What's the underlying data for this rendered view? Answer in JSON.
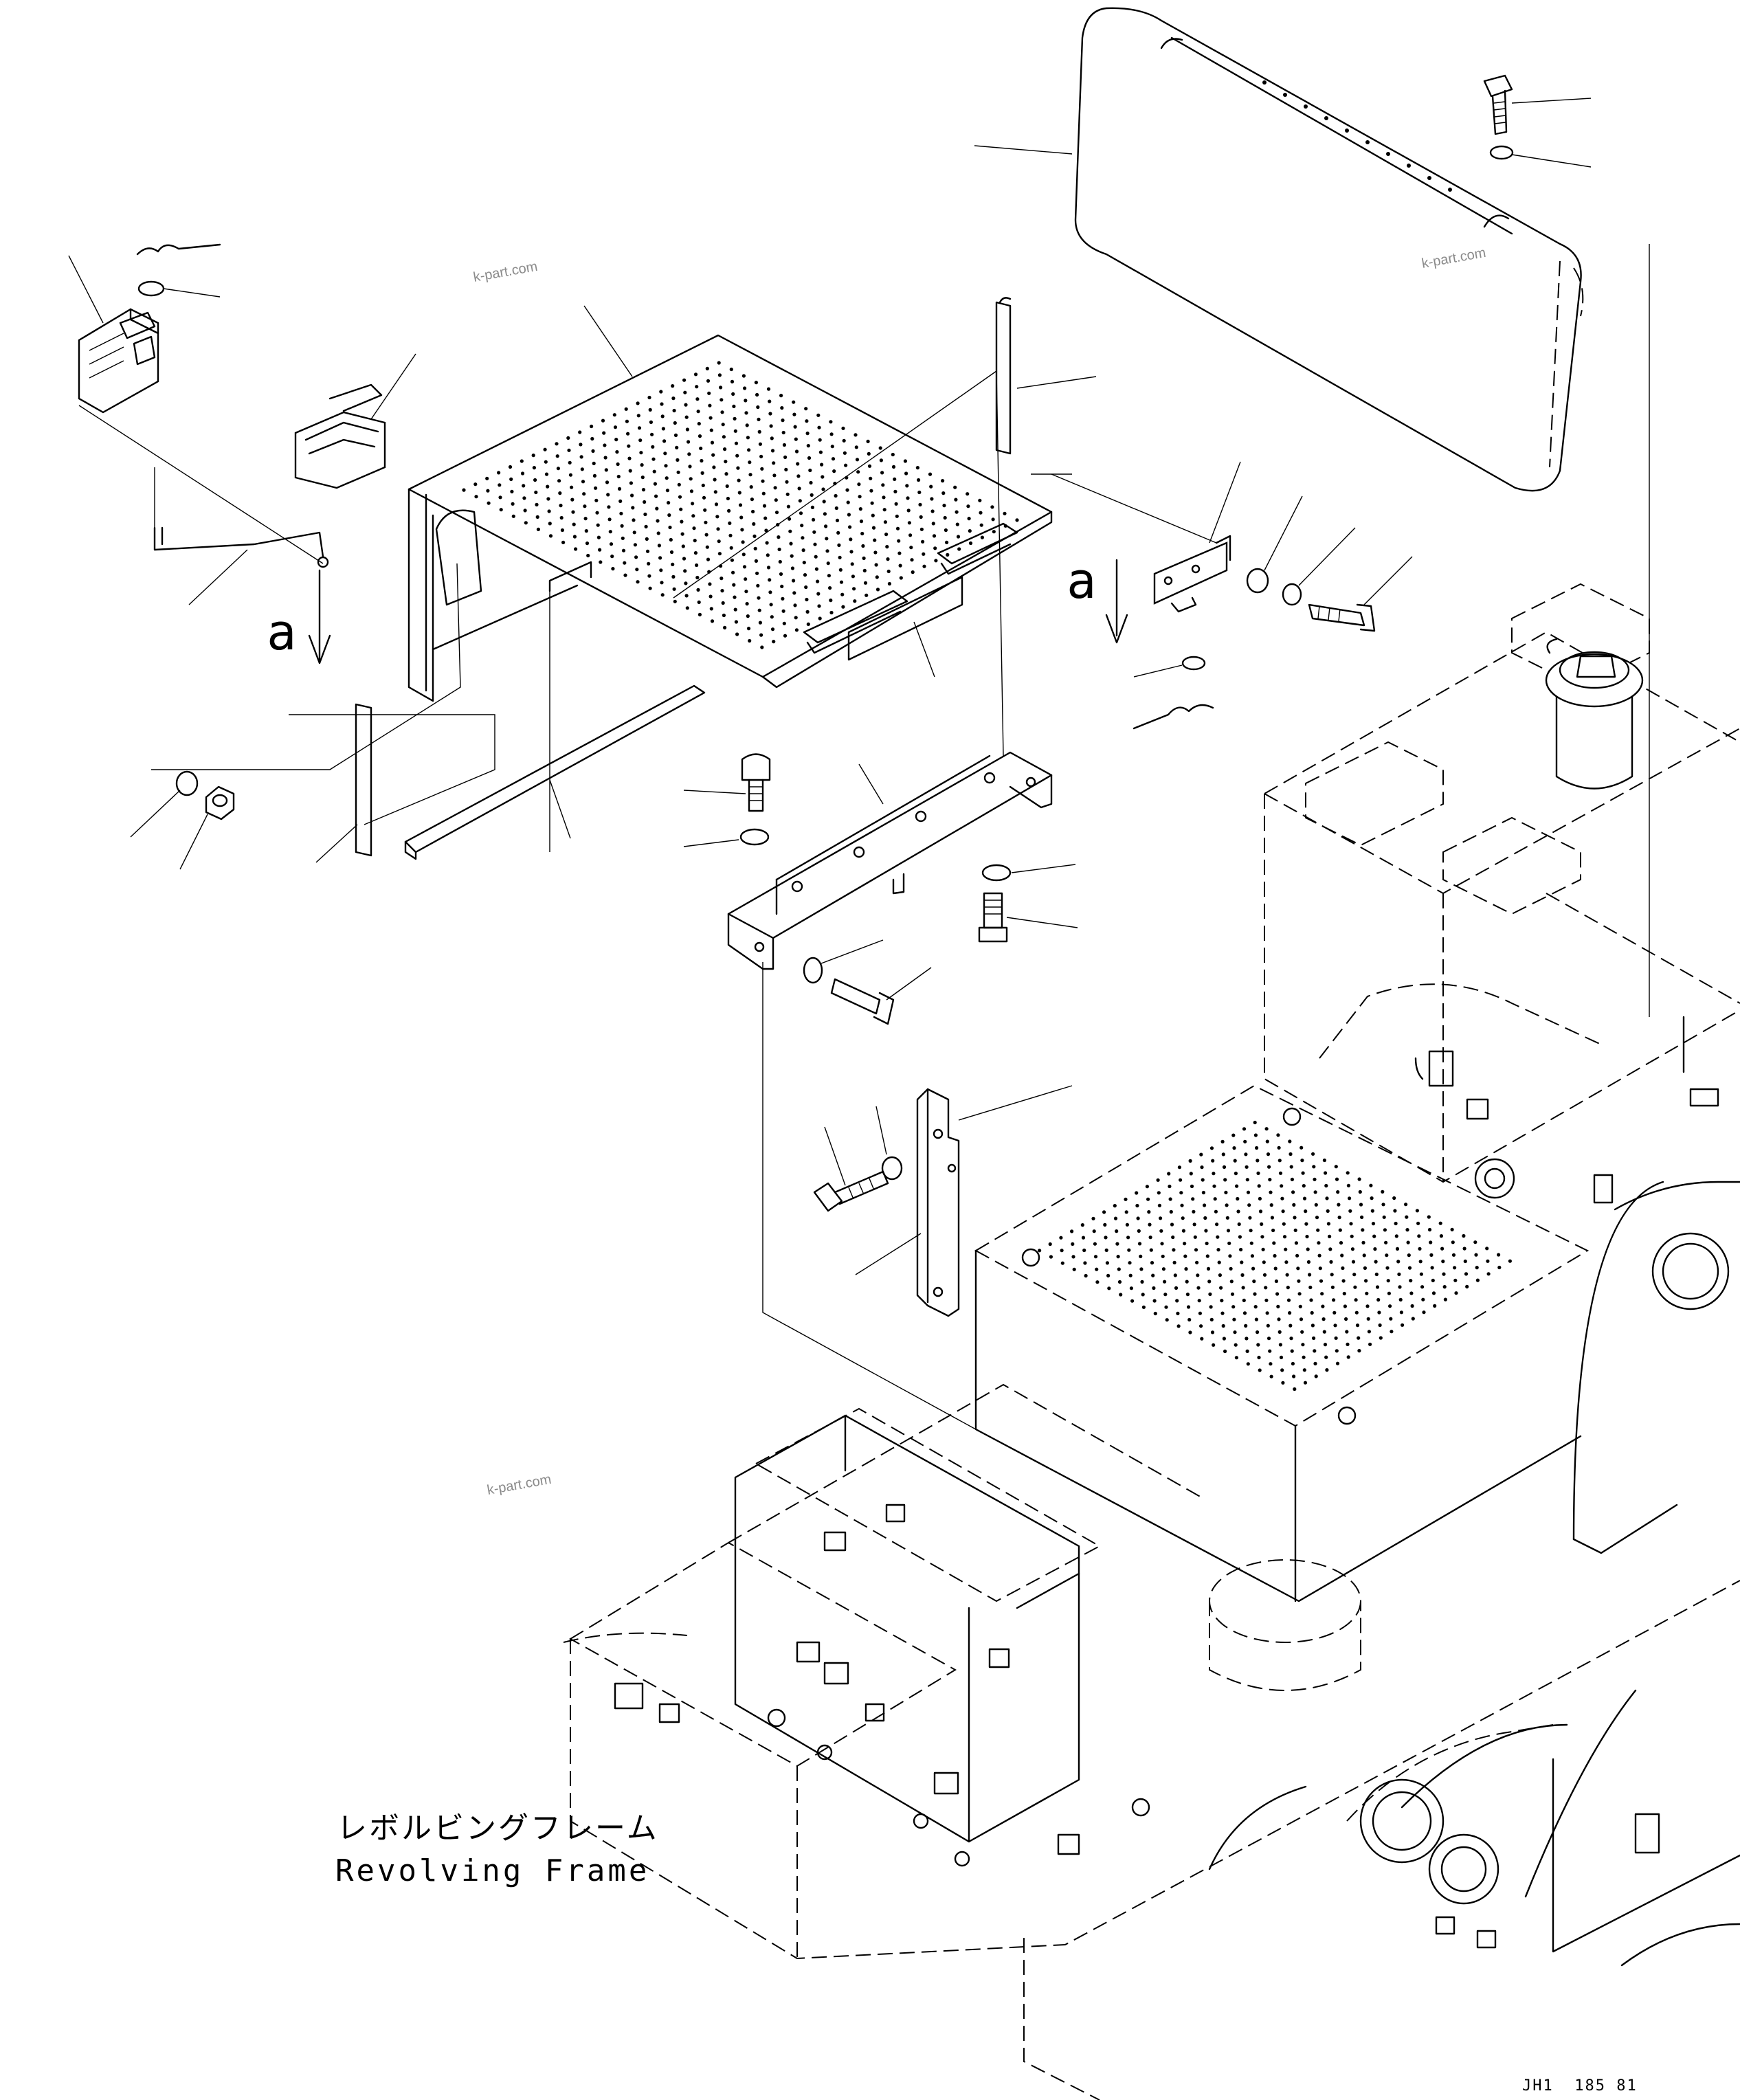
{
  "drawing": {
    "view_markers": [
      "a",
      "a"
    ],
    "watermarks": [
      "k-part.com",
      "k-part.com",
      "k-part.com"
    ],
    "caption_jp": "レボルビングフレーム",
    "caption_en": "Revolving Frame",
    "drawing_code": "JH1  185 81"
  },
  "colors": {
    "ink": "#000000",
    "paper": "#ffffff",
    "watermark": "#8a8a8a"
  },
  "parts": [
    "top-cushion",
    "bolt",
    "washer",
    "electrical-box",
    "relay",
    "rod",
    "cover-plate",
    "rubber-seal",
    "hinge",
    "support-bracket",
    "stay",
    "nut",
    "battery-box-frame"
  ]
}
